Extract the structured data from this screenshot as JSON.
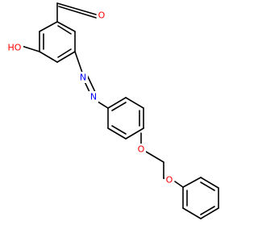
{
  "molecule": {
    "atom_labels": [
      {
        "id": "o_aldehyde",
        "text": "O",
        "color": "#ff0000"
      },
      {
        "id": "o_hydroxyl",
        "text": "HO",
        "color": "#ff0000"
      },
      {
        "id": "n_azo_1",
        "text": "N",
        "color": "#0000ff"
      },
      {
        "id": "n_azo_2",
        "text": "N",
        "color": "#0000ff"
      },
      {
        "id": "o_ether_1",
        "text": "O",
        "color": "#ff0000"
      },
      {
        "id": "o_ether_2",
        "text": "O",
        "color": "#ff0000"
      }
    ],
    "bond_color": "#000000"
  }
}
